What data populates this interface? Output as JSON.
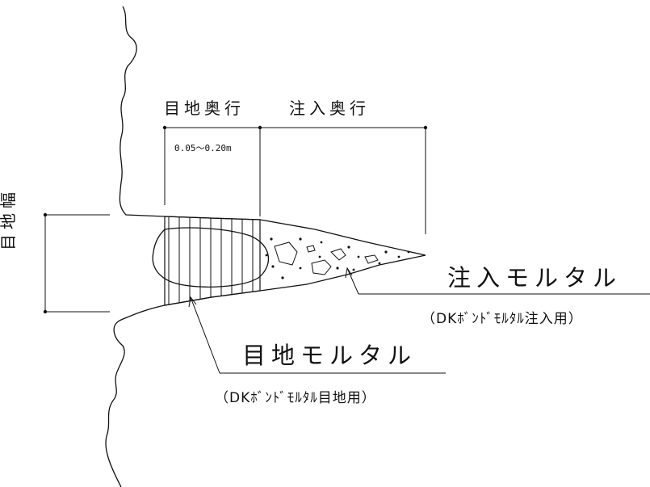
{
  "labels": {
    "joint_depth": "目地奥行",
    "injection_depth": "注入奥行",
    "joint_depth_range": "0.05～0.20m",
    "joint_width": "目地幅",
    "injection_mortar": "注入モルタル",
    "injection_mortar_product": "（DKﾎﾞﾝﾄﾞﾓﾙﾀﾙ注入用）",
    "joint_mortar": "目地モルタル",
    "joint_mortar_product": "（DKﾎﾞﾝﾄﾞﾓﾙﾀﾙ目地用）"
  }
}
